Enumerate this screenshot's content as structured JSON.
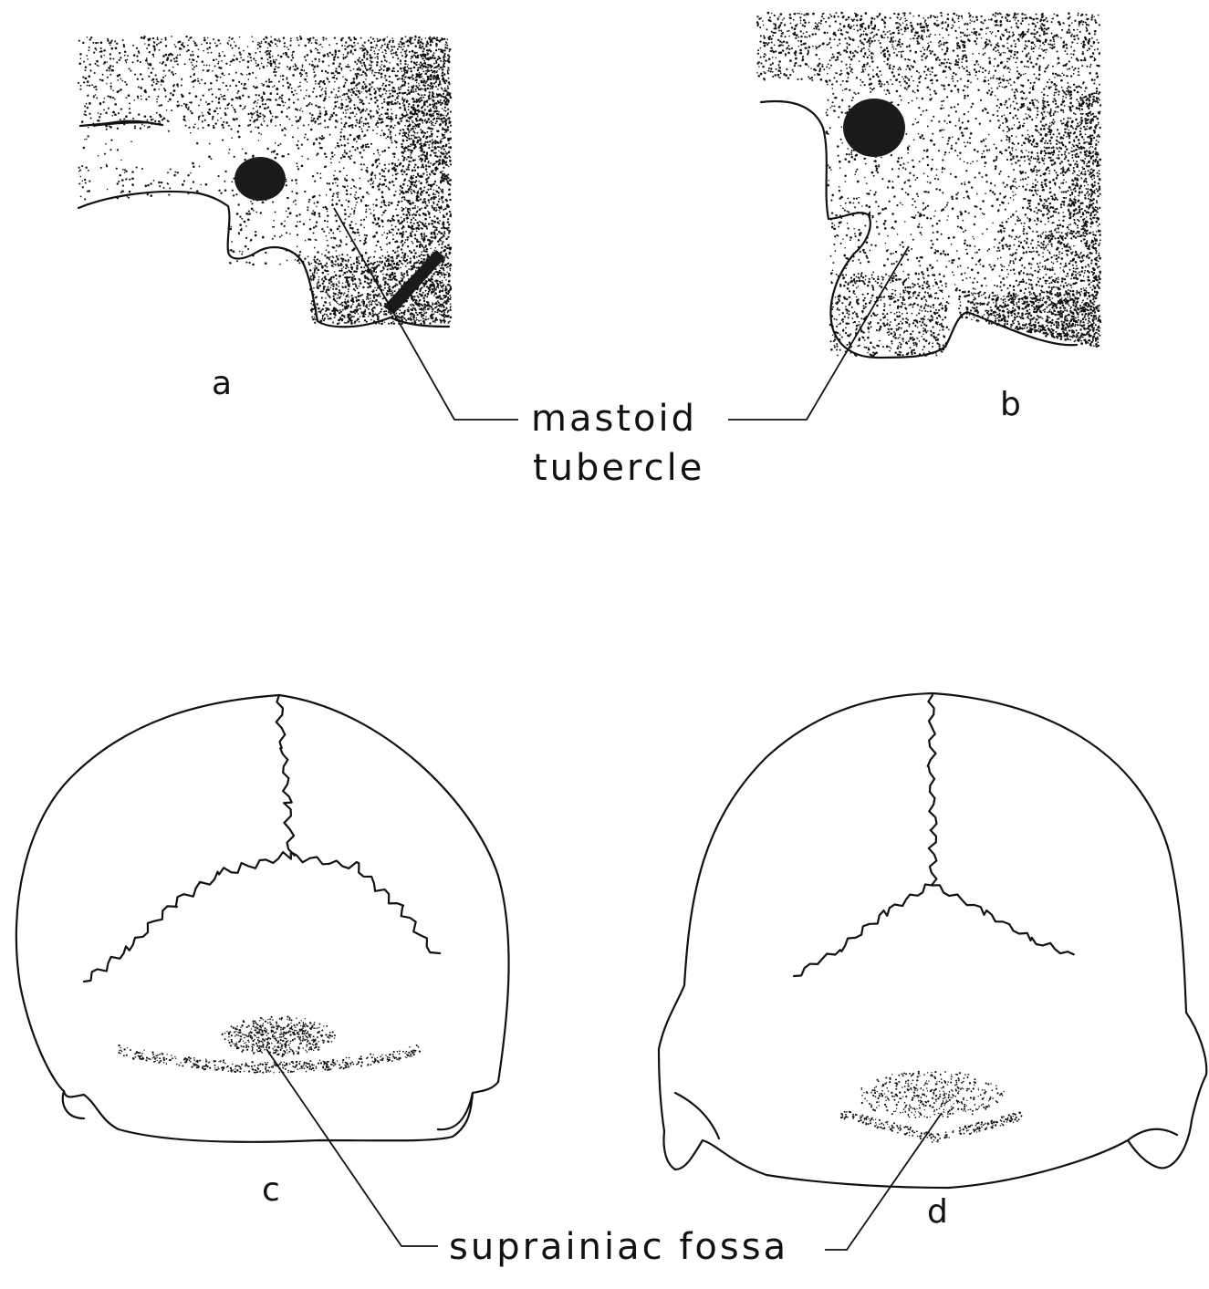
{
  "labels": {
    "panel_a": "a",
    "panel_b": "b",
    "panel_c": "c",
    "panel_d": "d",
    "mastoid_line1": "mastoid",
    "mastoid_line2": "tubercle",
    "suprainiac": "suprainiac fossa"
  },
  "colors": {
    "ink": "#111111",
    "paper": "#ffffff"
  }
}
